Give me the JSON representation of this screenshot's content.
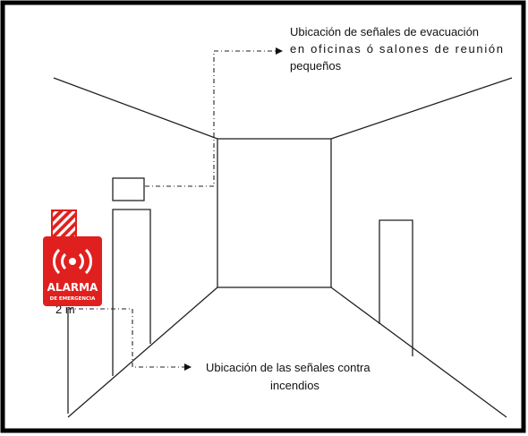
{
  "labels": {
    "evacuation_line1": "Ubicación de señales de evacuación",
    "evacuation_line2": "en oficinas ó salones de reunión",
    "evacuation_line3": "pequeños",
    "fire_line1": "Ubicación de las señales contra",
    "fire_line2": "incendios",
    "height_marker": "2 m"
  },
  "alarm_sign": {
    "line1": "ALARMA",
    "line2": "DE EMERGENCIA",
    "color": "#e0201e"
  },
  "colors": {
    "line": "#222222",
    "frame": "#000000",
    "sign_red": "#e0201e"
  }
}
